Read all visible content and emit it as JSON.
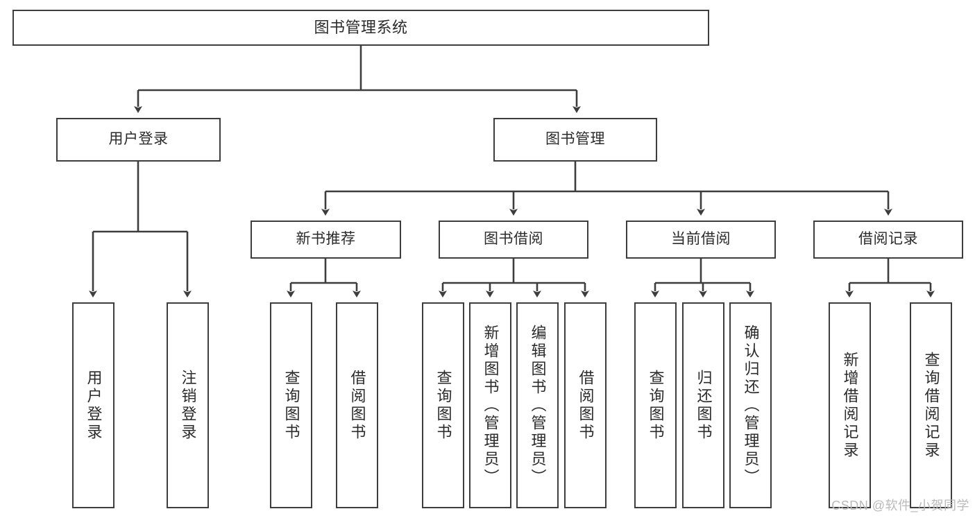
{
  "diagram": {
    "title": "图书管理系统",
    "type": "tree",
    "line_color": "#3d3d3d",
    "box_border_color": "#3d3d3d",
    "box_fill_color": "#ffffff",
    "text_color": "#2b2b2b",
    "background_color": "#ffffff"
  },
  "root": {
    "label": "图书管理系统"
  },
  "level2": [
    {
      "label": "用户登录"
    },
    {
      "label": "图书管理"
    }
  ],
  "level3": [
    {
      "label": "新书推荐"
    },
    {
      "label": "图书借阅"
    },
    {
      "label": "当前借阅"
    },
    {
      "label": "借阅记录"
    }
  ],
  "leaves": {
    "user_login": [
      {
        "label": "用户登录"
      },
      {
        "label": "注销登录"
      }
    ],
    "new_book": [
      {
        "label": "查询图书"
      },
      {
        "label": "借阅图书"
      }
    ],
    "book_borrow": [
      {
        "label": "查询图书"
      },
      {
        "label": "新增图书（管理员）"
      },
      {
        "label": "编辑图书（管理员）"
      },
      {
        "label": "借阅图书"
      }
    ],
    "current_borrow": [
      {
        "label": "查询图书"
      },
      {
        "label": "归还图书"
      },
      {
        "label": "确认归还（管理员）"
      }
    ],
    "borrow_record": [
      {
        "label": "新增借阅记录"
      },
      {
        "label": "查询借阅记录"
      }
    ]
  },
  "watermark": {
    "text": "CSDN @软件_小贺同学"
  }
}
